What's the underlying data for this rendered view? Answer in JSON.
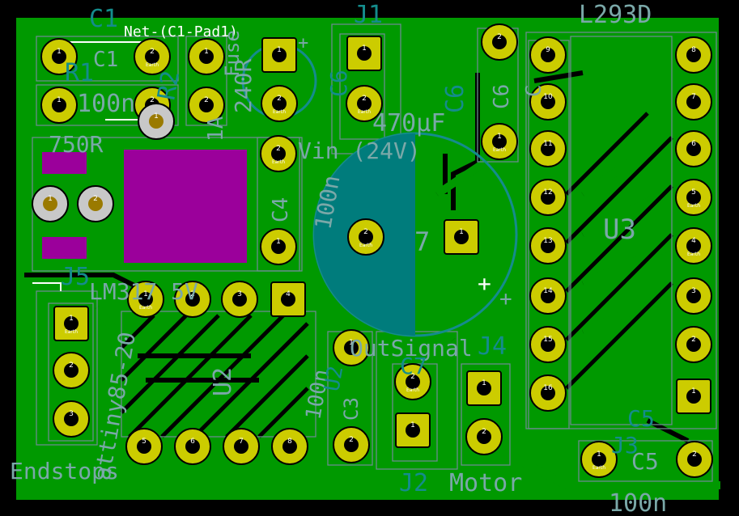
{
  "colors": {
    "copper": "#009900",
    "board_bg": "#000000",
    "pad": "#cccc00",
    "silk": "#ffffff",
    "fab": "#7aa8a8",
    "ref": "#148c8c",
    "teal_fill": "#007c7c",
    "purple": "#9b009b",
    "outline": "#6a8c8c"
  },
  "labels": {
    "c1_ref": "C1",
    "c1_net": "Net-(C1-Pad1)",
    "c1_val": "C1",
    "r1": "R1",
    "r1_val": "100n",
    "r2": "R2",
    "r2_val": "750R",
    "fuse": "Fuse",
    "fuse_val": "240R",
    "fuse_sub": "1A",
    "j1": "J1",
    "c6": "C6",
    "c6b": "C6",
    "c6_val": "470µF",
    "c6_sub": "C",
    "u3": "U3",
    "l293d": "L293D",
    "n100": "100n",
    "vin": "Vin (24V)",
    "c4": "C4",
    "c4_val": "100n",
    "c7": "7",
    "j5": "J5",
    "lm317": "LM317 5V",
    "u2": "U2",
    "attiny": "attiny85-20",
    "endstops": "Endstops",
    "out_signal": "OutSignal",
    "j4": "J4",
    "c3": "C3",
    "c3_val": "100n",
    "c3_ref": "U2",
    "c7b": "C7",
    "j2": "J2",
    "motor": "Motor",
    "j3": "J3",
    "c5": "C5",
    "c5b": "C5",
    "c5_val": "100n",
    "plus_a": "+",
    "plus_b": "+",
    "plus_c": "+"
  },
  "pads": {
    "earth": "Earth",
    "n1": "1",
    "n2": "2",
    "n3": "3",
    "n4": "4",
    "n5": "5",
    "n6": "6",
    "n7": "7",
    "n8": "8",
    "n9": "9",
    "n10": "10",
    "n11": "11",
    "n12": "12",
    "n13": "13",
    "n14": "14",
    "n15": "15",
    "n16": "16"
  }
}
